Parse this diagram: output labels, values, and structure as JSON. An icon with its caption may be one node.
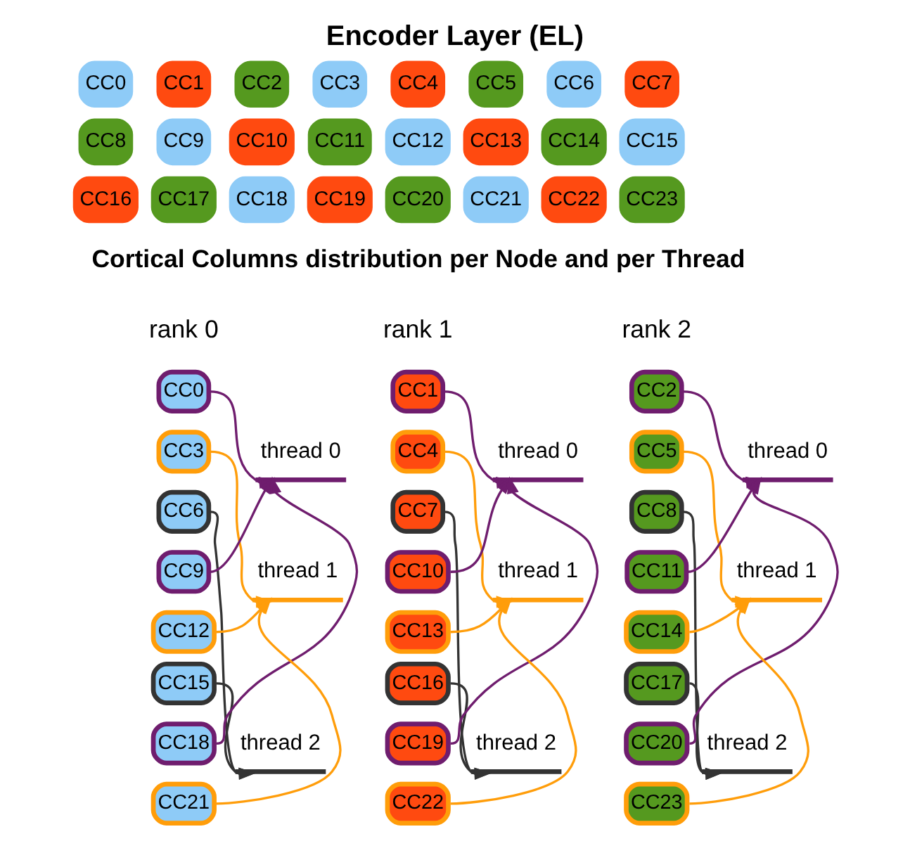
{
  "diagram": {
    "title": "Encoder Layer (EL)",
    "nodes": [
      {
        "text": [
          "CC0"
        ]
      },
      {
        "text": [
          "CC1"
        ]
      },
      {
        "text": [
          "CC2"
        ]
      },
      {
        "text": [
          "CC3"
        ]
      },
      {
        "text": [
          "CC4"
        ]
      },
      {
        "text": [
          "CC5"
        ]
      },
      {
        "text": [
          "CC6"
        ]
      },
      {
        "text": [
          "CC7"
        ]
      },
      {
        "text": [
          "CC8"
        ]
      },
      {
        "text": [
          "CC9"
        ]
      },
      {
        "text": [
          "CC10"
        ]
      },
      {
        "text": [
          "CC11"
        ]
      },
      {
        "text": [
          "CC12"
        ]
      },
      {
        "text": [
          "CC13"
        ]
      },
      {
        "text": [
          "CC14"
        ]
      },
      {
        "text": [
          "CC15"
        ]
      },
      {
        "text": [
          "CC16"
        ]
      },
      {
        "text": [
          "CC17"
        ]
      },
      {
        "text": [
          "CC18"
        ]
      },
      {
        "text": [
          "CC19"
        ]
      },
      {
        "text": [
          "CC20"
        ]
      },
      {
        "text": [
          "CC21"
        ]
      },
      {
        "text": [
          "CC22"
        ]
      },
      {
        "text": [
          "CC23"
        ]
      },
      {
        "text": [
          "CC0"
        ]
      },
      {
        "text": [
          "CC3"
        ]
      },
      {
        "text": [
          "CC6"
        ]
      },
      {
        "text": [
          "CC9"
        ]
      },
      {
        "text": [
          "CC12"
        ]
      },
      {
        "text": [
          "CC15"
        ]
      },
      {
        "text": [
          "CC18"
        ]
      },
      {
        "text": [
          "CC21"
        ]
      },
      {
        "text": [
          "thread 0"
        ]
      },
      {
        "text": [
          "thread 1"
        ]
      },
      {
        "text": [
          "thread 2"
        ]
      },
      {
        "text": [
          "CC1"
        ]
      },
      {
        "text": [
          "CC4"
        ]
      },
      {
        "text": [
          "CC7"
        ]
      },
      {
        "text": [
          "CC10"
        ]
      },
      {
        "text": [
          "CC13"
        ]
      },
      {
        "text": [
          "CC16"
        ]
      },
      {
        "text": [
          "CC19"
        ]
      },
      {
        "text": [
          "CC22"
        ]
      },
      {
        "text": [
          "thread 0"
        ]
      },
      {
        "text": [
          "thread 1"
        ]
      },
      {
        "text": [
          "thread 2"
        ]
      },
      {
        "text": [
          "CC2"
        ]
      },
      {
        "text": [
          "CC5"
        ]
      },
      {
        "text": [
          "CC8"
        ]
      },
      {
        "text": [
          "CC11"
        ]
      },
      {
        "text": [
          "CC14"
        ]
      },
      {
        "text": [
          "CC17"
        ]
      },
      {
        "text": [
          "CC20"
        ]
      },
      {
        "text": [
          "CC23"
        ]
      },
      {
        "text": [
          "thread 0"
        ]
      },
      {
        "text": [
          "thread 1"
        ]
      },
      {
        "text": [
          "thread 2"
        ]
      }
    ],
    "edges": [
      {
        "from": 24,
        "to": 32,
        "arrow": "to",
        "color": "#6f1d6e"
      },
      {
        "from": 25,
        "to": 33,
        "arrow": "to",
        "color": "#ff9d0a"
      },
      {
        "from": 26,
        "to": 34,
        "arrow": "to",
        "color": "#333333"
      },
      {
        "from": 27,
        "to": 32,
        "arrow": "to",
        "color": "#6f1d6e"
      },
      {
        "from": 28,
        "to": 33,
        "arrow": "to",
        "color": "#ff9d0a"
      },
      {
        "from": 29,
        "to": 34,
        "arrow": "to",
        "color": "#333333"
      },
      {
        "from": 30,
        "to": 32,
        "arrow": "to",
        "color": "#6f1d6e"
      },
      {
        "from": 31,
        "to": 33,
        "arrow": "to",
        "color": "#ff9d0a"
      },
      {
        "from": 35,
        "to": 43,
        "arrow": "to",
        "color": "#6f1d6e"
      },
      {
        "from": 36,
        "to": 44,
        "arrow": "to",
        "color": "#ff9d0a"
      },
      {
        "from": 37,
        "to": 45,
        "arrow": "to",
        "color": "#333333"
      },
      {
        "from": 38,
        "to": 43,
        "arrow": "to",
        "color": "#6f1d6e"
      },
      {
        "from": 39,
        "to": 44,
        "arrow": "to",
        "color": "#ff9d0a"
      },
      {
        "from": 40,
        "to": 45,
        "arrow": "to",
        "color": "#333333"
      },
      {
        "from": 41,
        "to": 43,
        "arrow": "to",
        "color": "#6f1d6e"
      },
      {
        "from": 42,
        "to": 44,
        "arrow": "to",
        "color": "#ff9d0a"
      },
      {
        "from": 46,
        "to": 54,
        "arrow": "to",
        "color": "#6f1d6e"
      },
      {
        "from": 47,
        "to": 55,
        "arrow": "to",
        "color": "#ff9d0a"
      },
      {
        "from": 48,
        "to": 56,
        "arrow": "to",
        "color": "#333333"
      },
      {
        "from": 49,
        "to": 54,
        "arrow": "to",
        "color": "#6f1d6e"
      },
      {
        "from": 50,
        "to": 55,
        "arrow": "to",
        "color": "#ff9d0a"
      },
      {
        "from": 51,
        "to": 56,
        "arrow": "to",
        "color": "#333333"
      },
      {
        "from": 52,
        "to": 54,
        "arrow": "to",
        "color": "#6f1d6e"
      },
      {
        "from": 53,
        "to": 55,
        "arrow": "to",
        "color": "#ff9d0a"
      }
    ],
    "labels": [
      "Cortical Columns distribution per Node and per Thread",
      "rank 0",
      "rank 1",
      "rank 2"
    ]
  }
}
